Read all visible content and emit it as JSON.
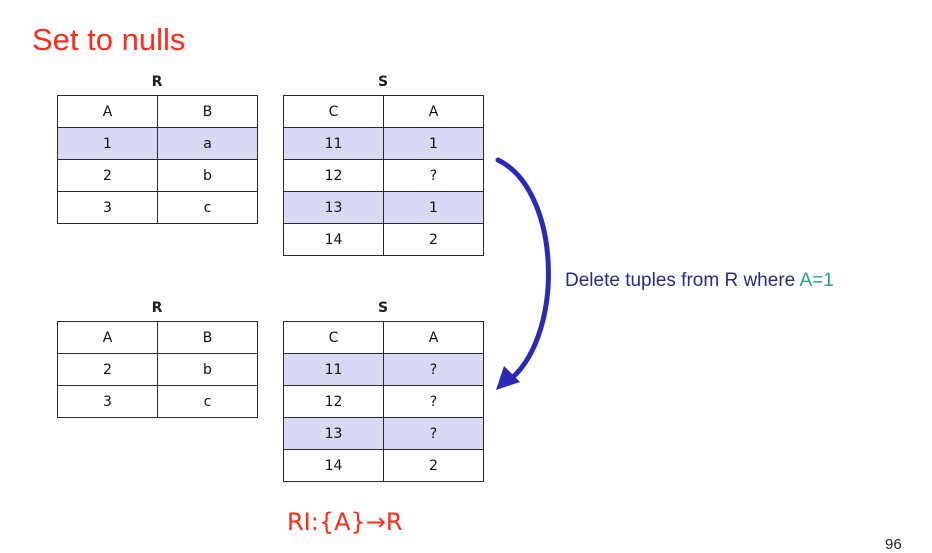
{
  "title": "Set to nulls",
  "before": {
    "r": {
      "name": "R",
      "headers": [
        "A",
        "B"
      ],
      "rows": [
        [
          "1",
          "a"
        ],
        [
          "2",
          "b"
        ],
        [
          "3",
          "c"
        ]
      ],
      "highlighted_rows": [
        0
      ]
    },
    "s": {
      "name": "S",
      "headers": [
        "C",
        "A"
      ],
      "rows": [
        [
          "11",
          "1"
        ],
        [
          "12",
          "?"
        ],
        [
          "13",
          "1"
        ],
        [
          "14",
          "2"
        ]
      ],
      "highlighted_rows": [
        0,
        2
      ]
    }
  },
  "after": {
    "r": {
      "name": "R",
      "headers": [
        "A",
        "B"
      ],
      "rows": [
        [
          "2",
          "b"
        ],
        [
          "3",
          "c"
        ]
      ],
      "highlighted_rows": []
    },
    "s": {
      "name": "S",
      "headers": [
        "C",
        "A"
      ],
      "rows": [
        [
          "11",
          "?"
        ],
        [
          "12",
          "?"
        ],
        [
          "13",
          "?"
        ],
        [
          "14",
          "2"
        ]
      ],
      "highlighted_rows": [
        0,
        2
      ]
    }
  },
  "arrow": {
    "label_prefix": "Delete tuples from R where ",
    "label_condition": "A=1",
    "color": "#2b2ab8"
  },
  "constraint": "RI:{A}→R",
  "page_number": "96",
  "colors": {
    "title": "#ff2a1a",
    "highlight": "#d9d9f5",
    "caption": "#2b2a8c",
    "condition": "#2b9d8f"
  }
}
